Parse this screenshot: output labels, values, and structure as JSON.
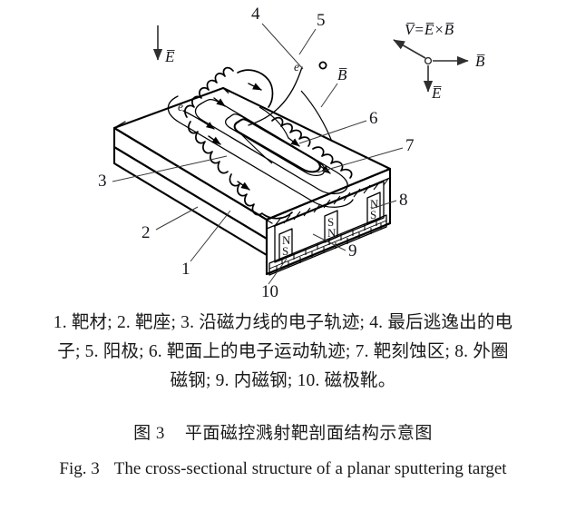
{
  "figure": {
    "vector_legend": {
      "relation": "V̅=E̅×B̅",
      "b_label": "B̅",
      "e_label": "E̅",
      "origin_marker": "origin-circle"
    },
    "field_labels": {
      "e_field": "E̅",
      "b_field": "B̅",
      "electron": "e"
    },
    "callouts": [
      {
        "id": "1",
        "label": "1"
      },
      {
        "id": "2",
        "label": "2"
      },
      {
        "id": "3",
        "label": "3"
      },
      {
        "id": "4",
        "label": "4"
      },
      {
        "id": "5",
        "label": "5"
      },
      {
        "id": "6",
        "label": "6"
      },
      {
        "id": "7",
        "label": "7"
      },
      {
        "id": "8",
        "label": "8"
      },
      {
        "id": "9",
        "label": "9"
      },
      {
        "id": "10",
        "label": "10"
      }
    ],
    "magnets": [
      {
        "position": "outer-left",
        "top_pole": "N",
        "bottom_pole": "S"
      },
      {
        "position": "inner-center",
        "top_pole": "S",
        "bottom_pole": "N"
      },
      {
        "position": "outer-right",
        "top_pole": "N",
        "bottom_pole": "S"
      }
    ]
  },
  "caption": {
    "legend_line_1": "1. 靶材; 2. 靶座; 3. 沿磁力线的电子轨迹; 4. 最后逃逸出的电",
    "legend_line_2": "子; 5. 阳极; 6. 靶面上的电子运动轨迹; 7. 靶刻蚀区; 8. 外圈",
    "legend_line_3": "磁钢; 9. 内磁钢; 10. 磁极靴。",
    "figure_number_cn": "图 3",
    "figure_title_cn": "平面磁控溅射靶剖面结构示意图",
    "figure_number_en": "Fig. 3",
    "figure_title_en": "The cross-sectional structure of a planar sputtering target"
  },
  "colors": {
    "background": "#ffffff",
    "ink": "#000000",
    "text": "#14161c",
    "leader": "#3a3a3a"
  }
}
